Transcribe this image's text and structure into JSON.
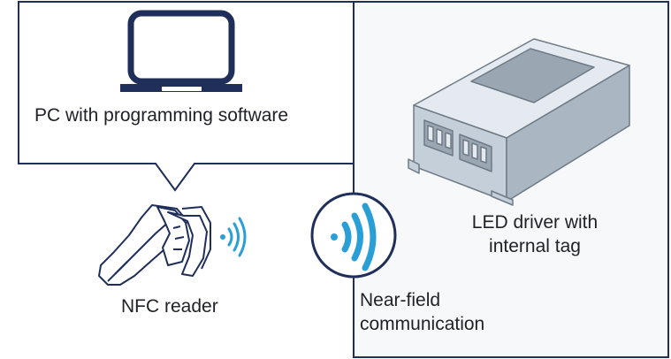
{
  "colors": {
    "outline": "#1f2f5a",
    "accent": "#2a9fd6",
    "device_shade": "#c4cfd9",
    "device_dark": "#6e7a86",
    "device_light": "#e4eaf0",
    "panel_bg": "#f6f8fa"
  },
  "icons": {
    "computer": "computer-icon",
    "nfc_reader": "nfc-reader-icon",
    "reader_waves": "wireless-waves-icon",
    "nfc_circle": "nfc-symbol-icon",
    "led_driver": "led-driver-box-icon"
  },
  "labels": {
    "pc": "PC with programming software",
    "nfc_reader": "NFC reader",
    "led_driver": "LED driver with internal tag",
    "near_field": "Near-field communication"
  }
}
